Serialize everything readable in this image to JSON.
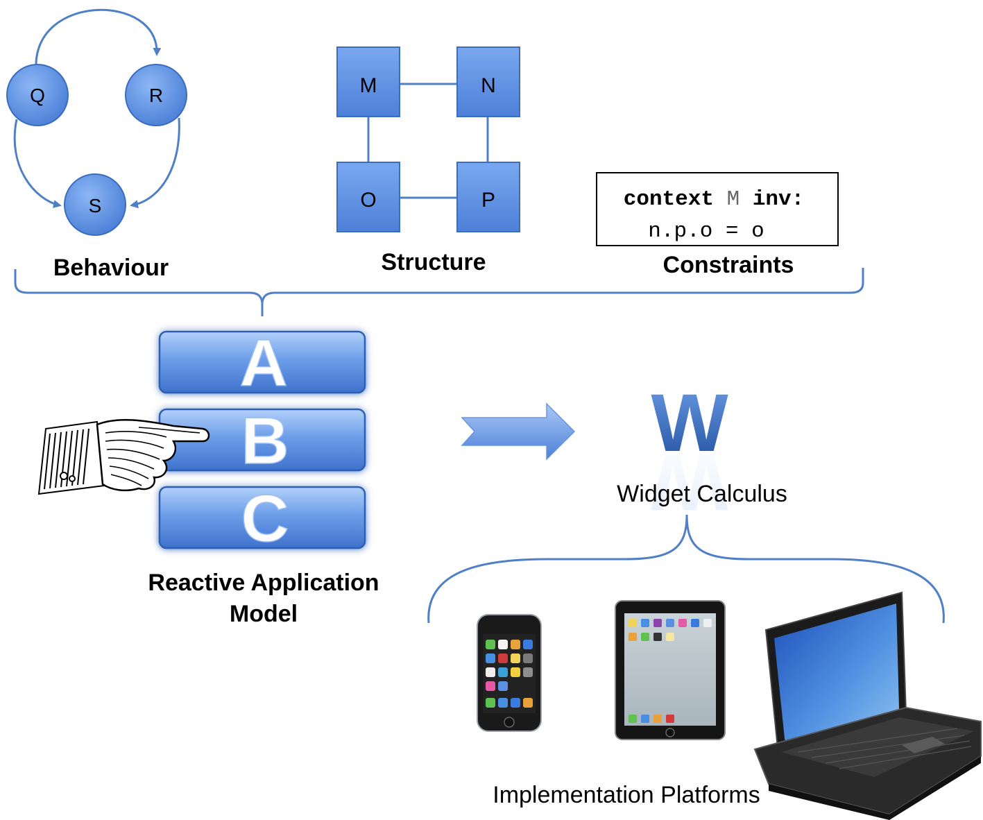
{
  "behaviour": {
    "states": [
      "Q",
      "R",
      "S"
    ],
    "label": "Behaviour"
  },
  "structure": {
    "nodes": [
      "M",
      "N",
      "O",
      "P"
    ],
    "label": "Structure"
  },
  "constraints": {
    "code_keyword1": "context",
    "code_name": "M",
    "code_keyword2": "inv:",
    "code_line2": "n.p.o = o",
    "label": "Constraints"
  },
  "model": {
    "layers": [
      "A",
      "B",
      "C"
    ],
    "label_line1": "Reactive Application",
    "label_line2": "Model"
  },
  "widget": {
    "logo": "W",
    "label": "Widget Calculus"
  },
  "platforms": {
    "label": "Implementation Platforms",
    "devices": [
      "phone",
      "tablet",
      "laptop"
    ]
  },
  "colors": {
    "node_fill": "#5b8fe0",
    "node_stroke": "#3a6cc0",
    "line": "#4f7fc6",
    "layer_fill": "#6fa2ec"
  }
}
